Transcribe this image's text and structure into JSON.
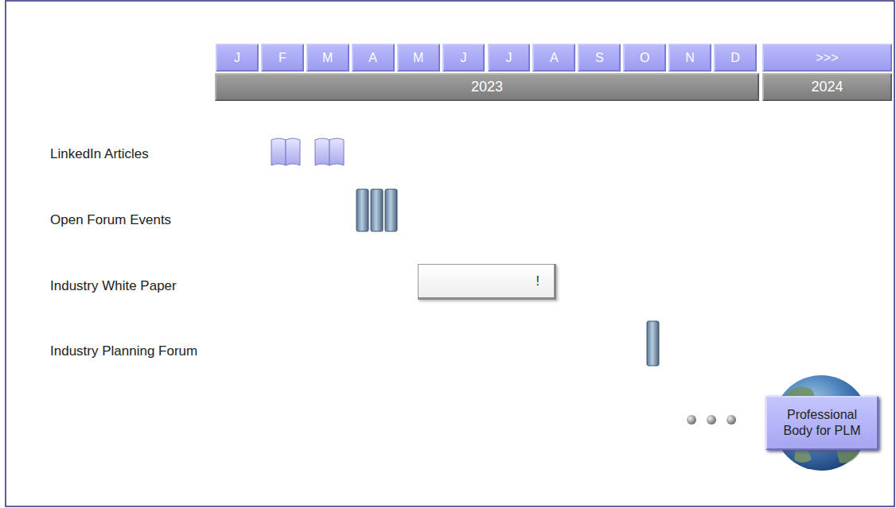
{
  "diagram": {
    "nodes": [
      {
        "text": [
          "J"
        ]
      },
      {
        "text": [
          "F"
        ]
      },
      {
        "text": [
          "M"
        ]
      },
      {
        "text": [
          "A"
        ]
      },
      {
        "text": [
          "M"
        ]
      },
      {
        "text": [
          "J"
        ]
      },
      {
        "text": [
          "J"
        ]
      },
      {
        "text": [
          "A"
        ]
      },
      {
        "text": [
          "S"
        ]
      },
      {
        "text": [
          "O"
        ]
      },
      {
        "text": [
          "N"
        ]
      },
      {
        "text": [
          "D"
        ]
      },
      {
        "text": [
          ">>>"
        ]
      },
      {
        "text": [
          "2023"
        ]
      },
      {
        "text": [
          "2024"
        ]
      },
      {
        "text": [
          "!"
        ]
      },
      {
        "text": [
          "Professional Body for PLM"
        ]
      }
    ],
    "labels": [
      "LinkedIn Articles",
      "Open Forum Events",
      "Industry White Paper",
      "Industry Planning Forum"
    ]
  }
}
